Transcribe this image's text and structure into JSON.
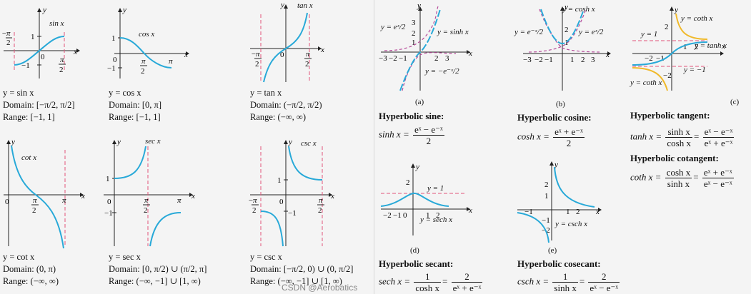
{
  "trig": {
    "sin": {
      "fn_label": "sin x",
      "eq": "y = sin x",
      "domain": "Domain: [−π/2, π/2]",
      "range": "Range: [−1, 1]"
    },
    "cos": {
      "fn_label": "cos x",
      "eq": "y = cos x",
      "domain": "Domain: [0, π]",
      "range": "Range: [−1, 1]"
    },
    "tan": {
      "fn_label": "tan x",
      "eq": "y = tan x",
      "domain": "Domain: (−π/2, π/2)",
      "range": "Range: (−∞, ∞)"
    },
    "cot": {
      "fn_label": "cot x",
      "eq": "y = cot x",
      "domain": "Domain: (0, π)",
      "range": "Range: (−∞, ∞)"
    },
    "sec": {
      "fn_label": "sec x",
      "eq": "y = sec x",
      "domain": "Domain: [0, π/2) ∪ (π/2, π]",
      "range": "Range: (−∞, −1] ∪ [1, ∞)"
    },
    "csc": {
      "fn_label": "csc x",
      "eq": "y = csc x",
      "domain": "Domain: [−π/2, 0) ∪ (0, π/2]",
      "range": "Range: (−∞, −1] ∪ [1, ∞)"
    }
  },
  "hyperbolic": {
    "sinh": {
      "panel": "(a)",
      "heading": "Hyperbolic sine:",
      "lhs": "sinh x =",
      "num": "eˣ − e⁻ˣ",
      "den": "2",
      "curve_label": "y = sinh x",
      "pos_label": "y = eˣ/2",
      "neg_label": "y = −e⁻ˣ/2"
    },
    "cosh": {
      "panel": "(b)",
      "heading": "Hyperbolic cosine:",
      "lhs": "cosh x =",
      "num": "eˣ + e⁻ˣ",
      "den": "2",
      "curve_label": "y = cosh x",
      "left_label": "y = e⁻ˣ/2",
      "right_label": "y = eˣ/2"
    },
    "tanh": {
      "panel": "(c)",
      "heading": "Hyperbolic tangent:",
      "lhs": "tanh x =",
      "num1": "sinh x",
      "den1": "cosh x",
      "num2": "eˣ − e⁻ˣ",
      "den2": "eˣ + e⁻ˣ",
      "curve_label": "y = tanh x",
      "asym_pos": "y = 1",
      "asym_neg": "y = −1"
    },
    "coth": {
      "heading": "Hyperbolic cotangent:",
      "lhs": "coth x =",
      "num1": "cosh x",
      "den1": "sinh x",
      "num2": "eˣ + e⁻ˣ",
      "den2": "eˣ − e⁻ˣ",
      "curve_label_top": "y = coth x",
      "curve_label_bottom": "y = coth x"
    },
    "sech": {
      "panel": "(d)",
      "heading": "Hyperbolic secant:",
      "lhs": "sech x =",
      "num1": "1",
      "den1": "cosh x",
      "num2": "2",
      "den2": "eˣ + e⁻ˣ",
      "curve_label": "y = sech x",
      "asym": "y = 1"
    },
    "csch": {
      "panel": "(e)",
      "heading": "Hyperbolic cosecant:",
      "lhs": "csch x =",
      "num1": "1",
      "den1": "sinh x",
      "num2": "2",
      "den2": "eˣ − e⁻ˣ",
      "curve_label": "y = csch x"
    }
  },
  "watermark": "CSDN @Aerobatics",
  "axis": {
    "x": "x",
    "y": "y"
  }
}
